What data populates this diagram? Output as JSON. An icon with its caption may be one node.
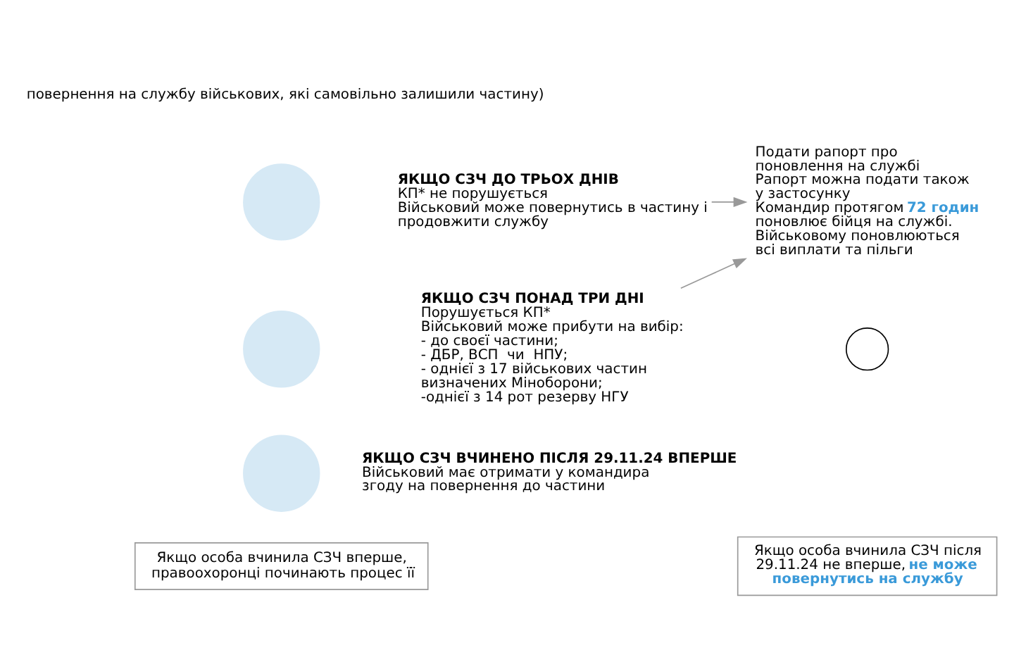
{
  "diagram": {
    "nodes": [
      {
        "text": [],
        "shape": "person"
      },
      {
        "text": [
          "ЯКЩО СЗЧ ДО ТРЬОХ ДНІВ",
          "КП* не порушується",
          "Військовий може повернутись в частину і продовжити службу"
        ]
      },
      {
        "text": [
          "Подати рапорт про поновлення на службі",
          "Рапорт можна подати також у застосунку",
          "Командир протягом **72 годин** поновлює бійця на службі. Військовому поновлюються всі виплати та пільги"
        ]
      },
      {
        "text": [],
        "shape": "person"
      },
      {
        "text": [
          "ЯКЩО СЗЧ ПОНАД ТРИ ДНІ",
          "Порушується КП*",
          "Військовий може прибути на вибір:",
          "- до своєї частини;",
          "- ДБР, ВСП  чи  НПУ;",
          "- однієї з 17 військових частин визначених Міноборони;",
          "-однієї з 14 рот резерву НГУ"
        ]
      },
      {
        "text": [],
        "shape": "circle"
      },
      {
        "text": [],
        "shape": "person"
      },
      {
        "text": [
          "ЯКЩО СЗЧ ВЧИНЕНО ПІСЛЯ 29.11.24 ВПЕРШЕ",
          "Військовий має отримати у командира згоду на повернення до частини"
        ]
      },
      {
        "text": [
          "Якщо особа вчинила СЗЧ вперше, правоохоронці починають процес її"
        ]
      },
      {
        "text": [
          "Якщо особа вчинила СЗЧ після 29.11.24 не вперше, **не може повернутись на службу**"
        ]
      }
    ],
    "edges": [
      {
        "from": 1,
        "to": 2,
        "arrow": "to"
      },
      {
        "from": 4,
        "to": 2,
        "arrow": "to"
      }
    ],
    "labels": [
      "повернення на службу військових, які самовільно залишили частину)"
    ]
  }
}
